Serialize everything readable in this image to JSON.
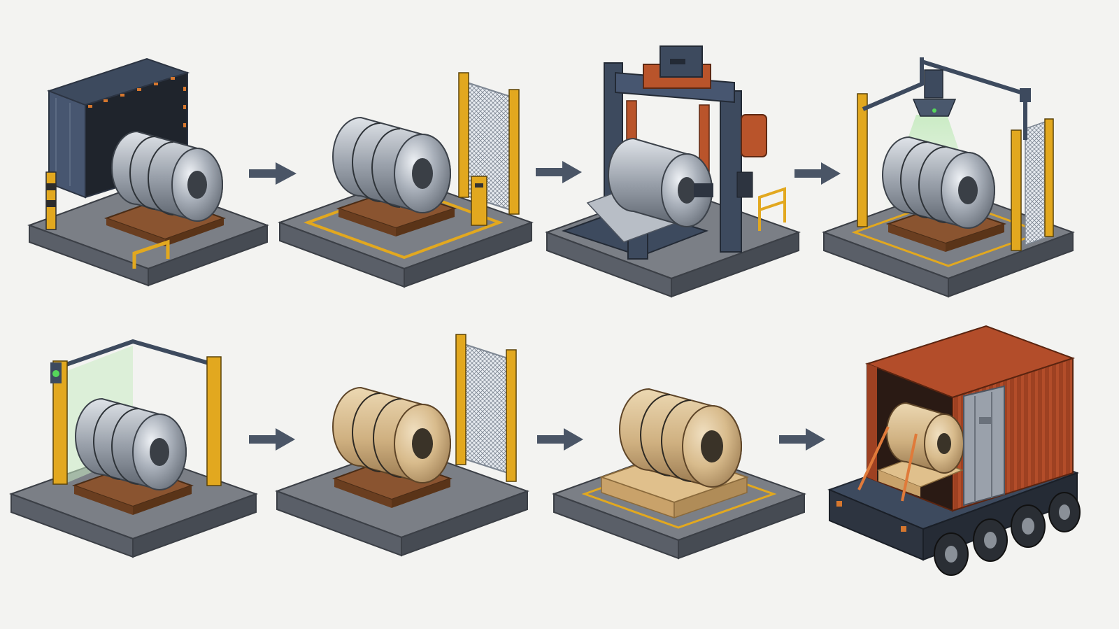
{
  "diagram": {
    "steps": [
      {
        "id": "step-1",
        "scene": "container-unload",
        "coil": "steel"
      },
      {
        "id": "step-2",
        "scene": "staging-fence",
        "coil": "steel"
      },
      {
        "id": "step-3",
        "scene": "press-machine",
        "coil": "steel"
      },
      {
        "id": "step-4",
        "scene": "camera-inspection",
        "coil": "steel"
      },
      {
        "id": "step-5",
        "scene": "light-gate",
        "coil": "steel"
      },
      {
        "id": "step-6",
        "scene": "wrapped-fence",
        "coil": "wrapped"
      },
      {
        "id": "step-7",
        "scene": "wrapped-pallet",
        "coil": "wrapped"
      },
      {
        "id": "step-8",
        "scene": "truck-loading",
        "coil": "wrapped"
      }
    ],
    "connectors": [
      "arrow-right",
      "arrow-right",
      "arrow-right",
      "arrow-right",
      "arrow-right",
      "arrow-right"
    ],
    "colors": {
      "background": "#f3f3f1",
      "platform_top": "#7b7f86",
      "platform_side": "#4e535c",
      "frame_navy": "#3d4a5e",
      "safety_yellow": "#e2a81f",
      "machine_orange": "#b9542b",
      "container_red": "#9e4122",
      "steel": "#a9b0ba",
      "wrap_kraft": "#d8bb8c",
      "pallet_wood": "#8a5430",
      "arrow": "#4a5566",
      "signal_green": "#55d65a"
    },
    "icons": [
      "arrow-right-icon",
      "camera-icon",
      "signal-light-icon"
    ]
  }
}
